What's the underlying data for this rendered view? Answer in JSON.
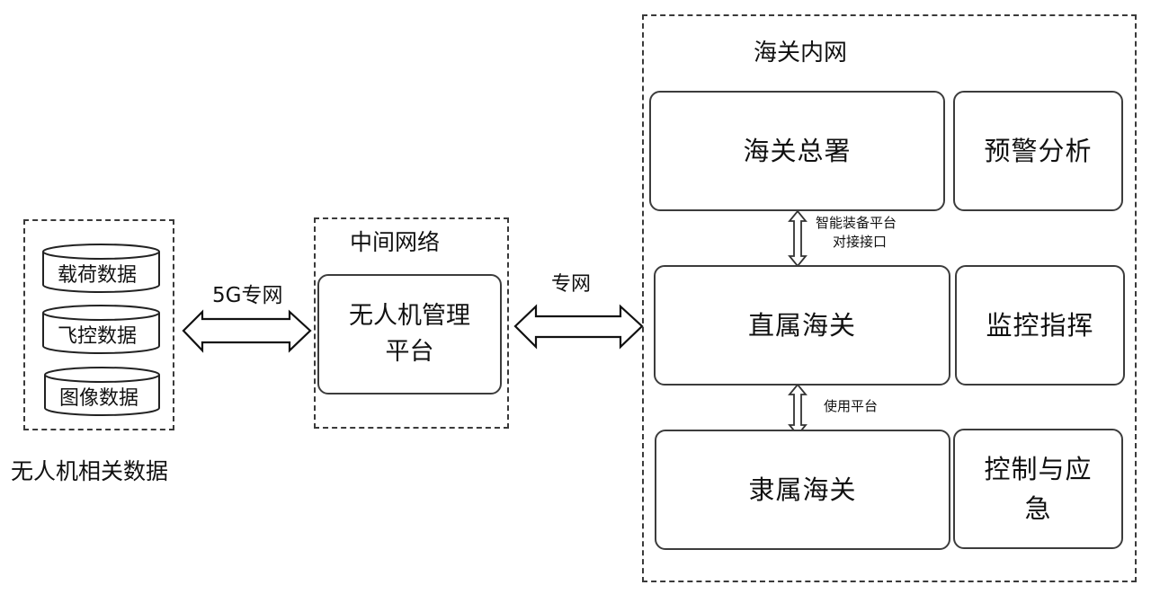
{
  "drone_data_group": {
    "caption": "无人机相关数据",
    "items": [
      {
        "label": "载荷数据"
      },
      {
        "label": "飞控数据"
      },
      {
        "label": "图像数据"
      }
    ]
  },
  "link_5g": {
    "label": "5G专网"
  },
  "middle_network": {
    "title": "中间网络",
    "platform_line1": "无人机管理",
    "platform_line2": "平台"
  },
  "link_private": {
    "label": "专网"
  },
  "customs_intranet": {
    "title": "海关内网",
    "rows": [
      {
        "org": "海关总署",
        "function": "预警分析"
      },
      {
        "org": "直属海关",
        "function": "监控指挥"
      },
      {
        "org": "隶属海关",
        "function_line1": "控制与应",
        "function_line2": "急"
      }
    ],
    "link_top_line1": "智能装备平台",
    "link_top_line2": "对接接口",
    "link_bottom": "使用平台"
  }
}
